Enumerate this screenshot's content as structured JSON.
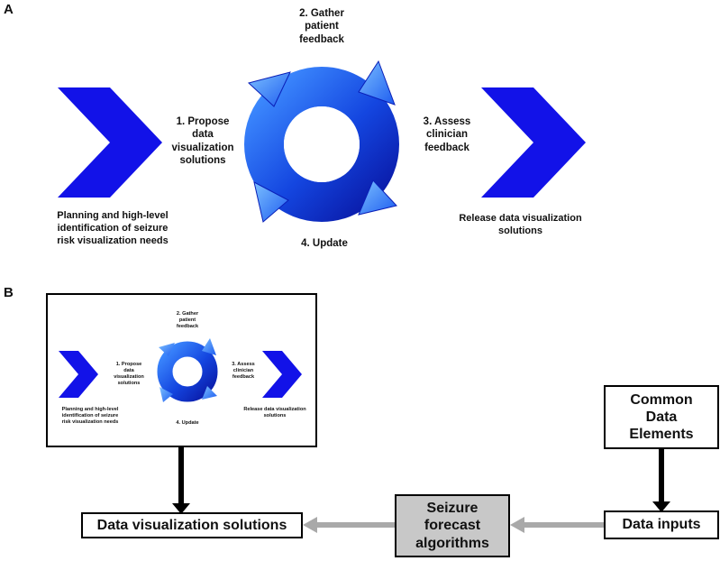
{
  "panel_a": {
    "letter": "A",
    "step1": "1. Propose\ndata\nvisualization\nsolutions",
    "step2": "2. Gather\npatient\nfeedback",
    "step3": "3. Assess\nclinician\nfeedback",
    "step4": "4. Update",
    "left_caption": "Planning and high-level\nidentification of seizure\nrisk visualization needs",
    "right_caption": "Release data visualization\nsolutions"
  },
  "panel_b": {
    "letter": "B",
    "common_data_elements": "Common\nData\nElements",
    "data_inputs": "Data inputs",
    "algorithms": "Seizure\nforecast\nalgorithms",
    "solutions": "Data visualization solutions"
  },
  "colors": {
    "chevron": "#1212e8",
    "cycle_dark": "#0a1fb8",
    "cycle_light": "#3a8cff",
    "arrow_gray": "#a9a9a9",
    "algo_box_fill": "#c8c8c8"
  }
}
